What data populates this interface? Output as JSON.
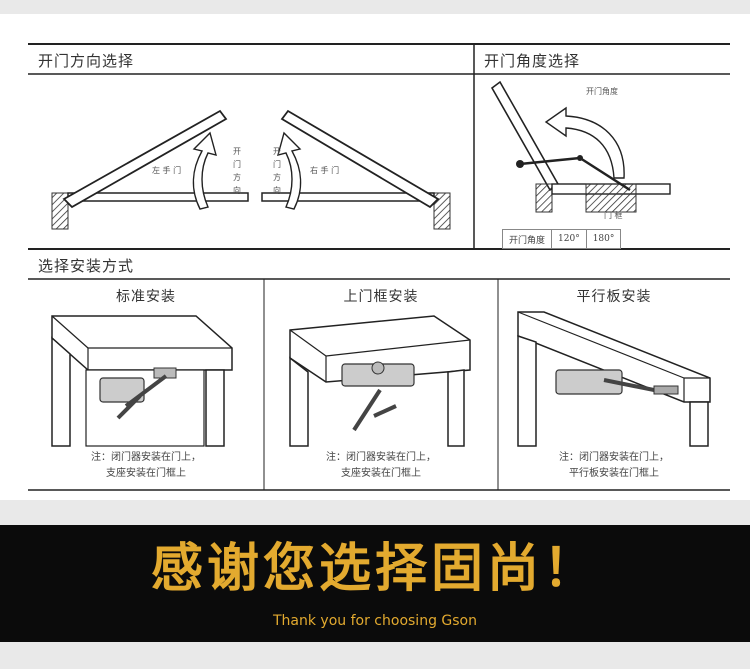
{
  "sections": {
    "door_direction_title": "开门方向选择",
    "door_angle_title": "开门角度选择",
    "install_title": "选择安装方式"
  },
  "direction": {
    "left_label": "左 手 门",
    "left_arrow_label": "开门方向",
    "right_arrow_label": "开门方向",
    "right_label": "右 手 门"
  },
  "angle": {
    "open_angle_label": "开门角度",
    "frame_label": "门 框",
    "table_header": "开门角度",
    "options": [
      "120°",
      "180°"
    ]
  },
  "install_methods": [
    {
      "title": "标准安装",
      "note_line1": "注：闭门器安装在门上，",
      "note_line2": "支座安装在门框上"
    },
    {
      "title": "上门框安装",
      "note_line1": "注：闭门器安装在门上，",
      "note_line2": "支座安装在门框上"
    },
    {
      "title": "平行板安装",
      "note_line1": "注：闭门器安装在门上，",
      "note_line2": "平行板安装在门框上"
    }
  ],
  "banner": {
    "thanks_cn": "感谢您选择固尚！",
    "thanks_en": "Thank you for choosing Gson",
    "background_color": "#0b0b0b",
    "text_color": "#e3aa2f"
  }
}
